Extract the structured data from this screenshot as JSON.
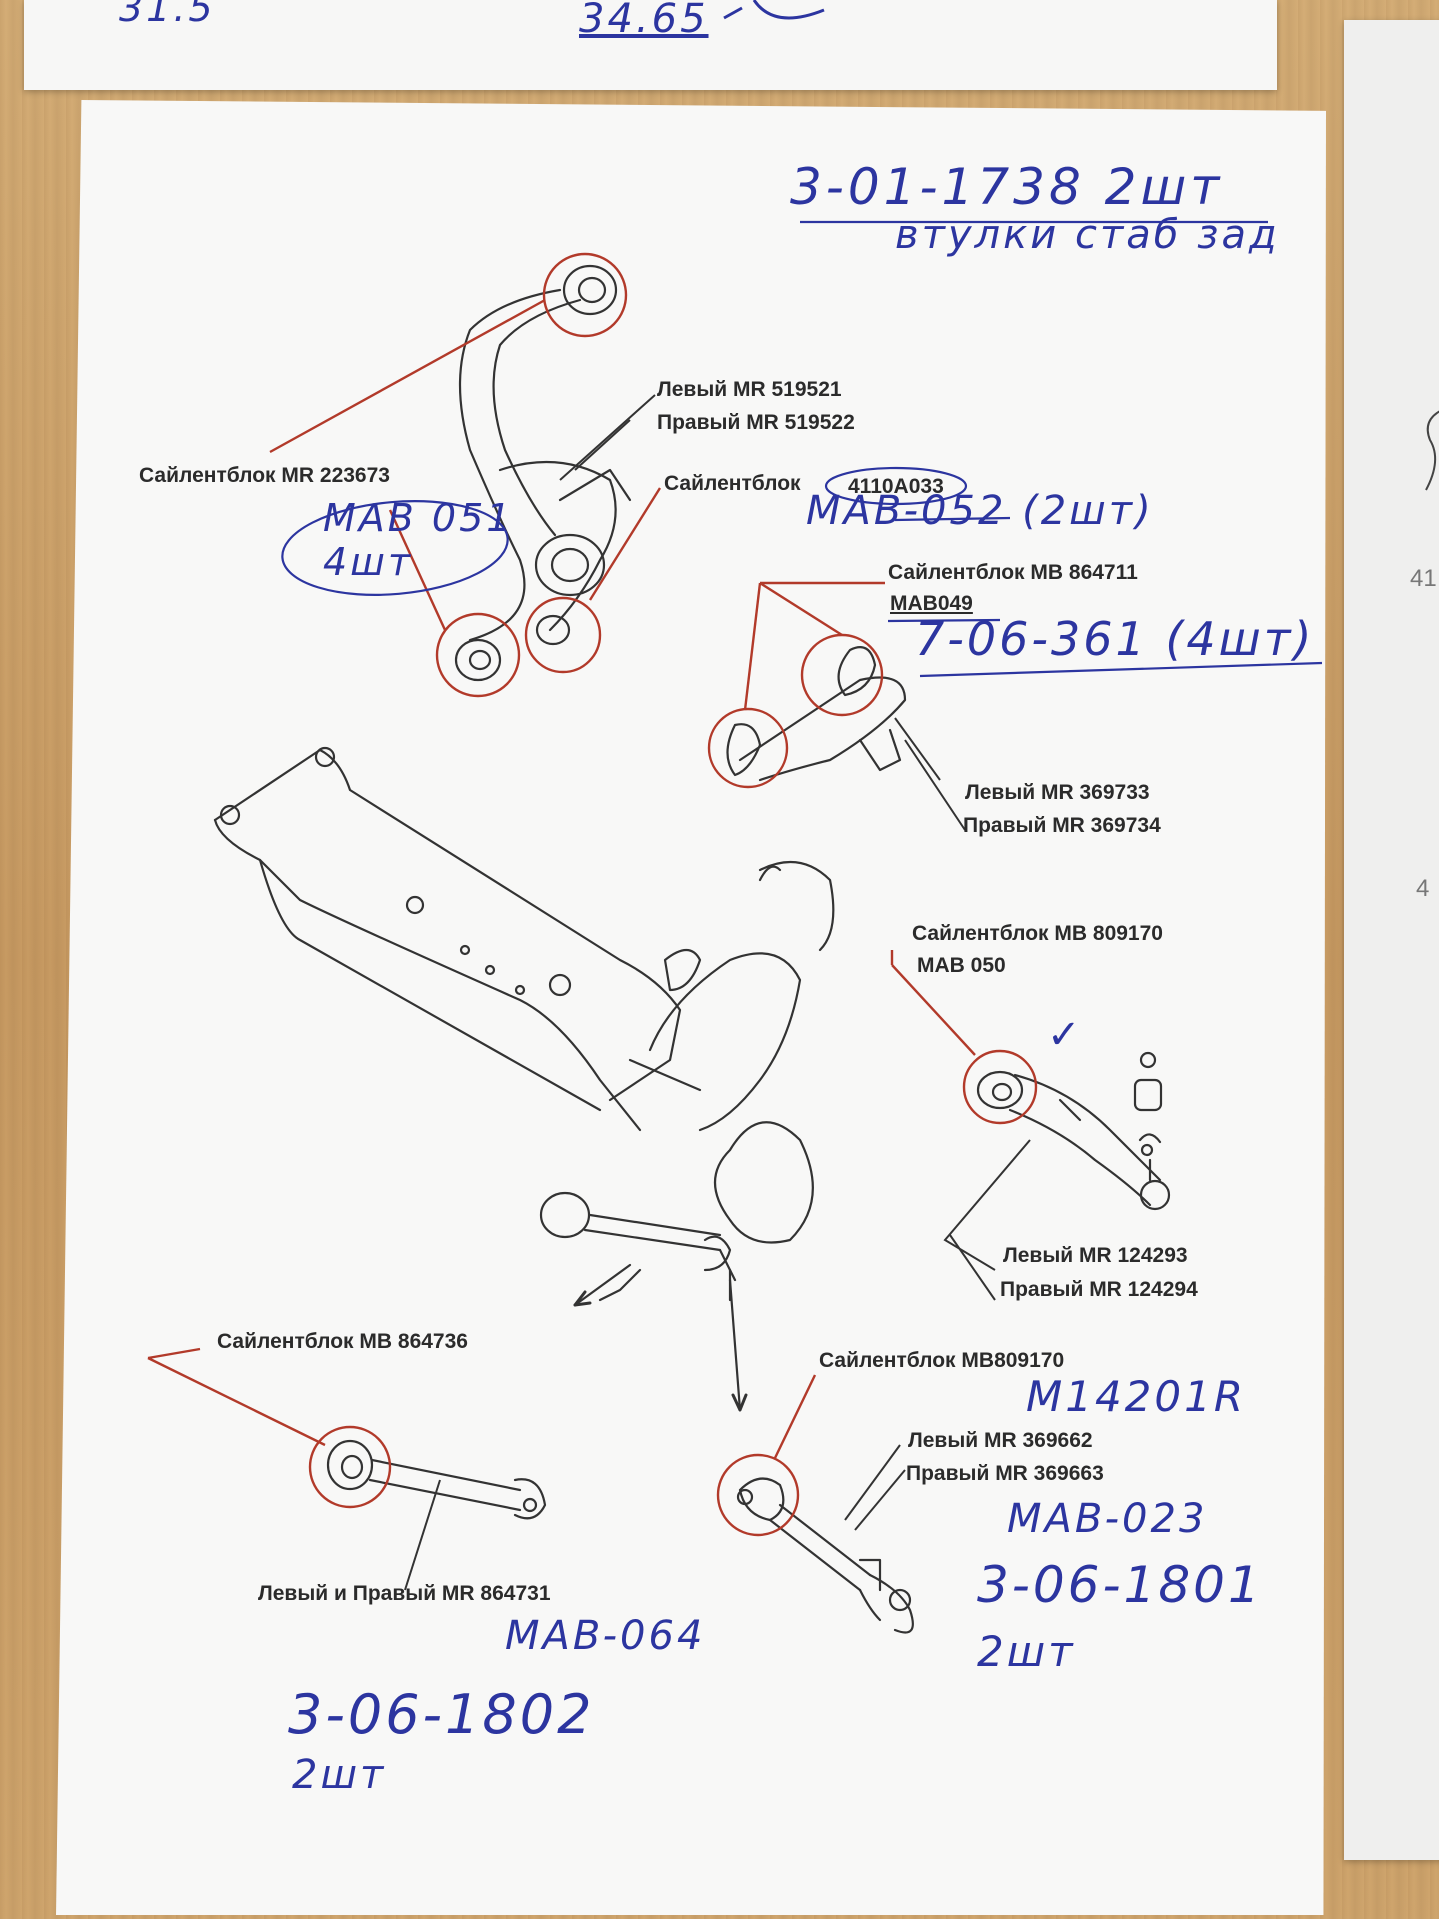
{
  "top_sheet": {
    "left_number": "31.5",
    "right_number": "34.65"
  },
  "right_sheet": {
    "edge_marks": [
      "41",
      "4"
    ]
  },
  "header_note": {
    "line1": "3-01-1738 2шт",
    "line2": "втулки стаб зад"
  },
  "labels": {
    "knuckle_left": "Левый   MR 519521",
    "knuckle_right": "Правый MR 519522",
    "silent_223673": "Сайлентблок   MR 223673",
    "silent_4110": "Сайлентблок",
    "silent_4110_code": "4110A033",
    "silent_864711": "Сайлентблок   MB 864711",
    "silent_864711_alt": "MAB049",
    "upper_arm_left": "Левый   MR 369733",
    "upper_arm_right": "Правый MR 369734",
    "silent_809170_a": "Сайлентблок   MB 809170",
    "silent_809170_a_alt": "MAB 050",
    "lower_arm_left": "Левый   MR 124293",
    "lower_arm_right": "Правый MR 124294",
    "silent_864736": "Сайлентблок   MB 864736",
    "silent_809170_b": "Сайлентблок   MB809170",
    "trailing_left": "Левый   MR 369662",
    "trailing_right": "Правый MR 369663",
    "lateral_both": "Левый и Правый   MR 864731"
  },
  "handwritten": {
    "mab051": "MAB 051",
    "mab051_qty": "4шт",
    "mab052": "MAB-052 (2шт)",
    "code_7_06_361": "7-06-361 (4шт)",
    "check_mark": "✓",
    "m14201r": "M14201R",
    "mab023": "MAB-023",
    "code_3_06_1801": "3-06-1801",
    "qty_1801": "2шт",
    "mab064": "MAB-064",
    "code_3_06_1802": "3-06-1802",
    "qty_1802": "2шт"
  },
  "colors": {
    "ink_blue": "#2c35a0",
    "print_black": "#2b2b2b",
    "leader_red": "#b23a2a"
  }
}
